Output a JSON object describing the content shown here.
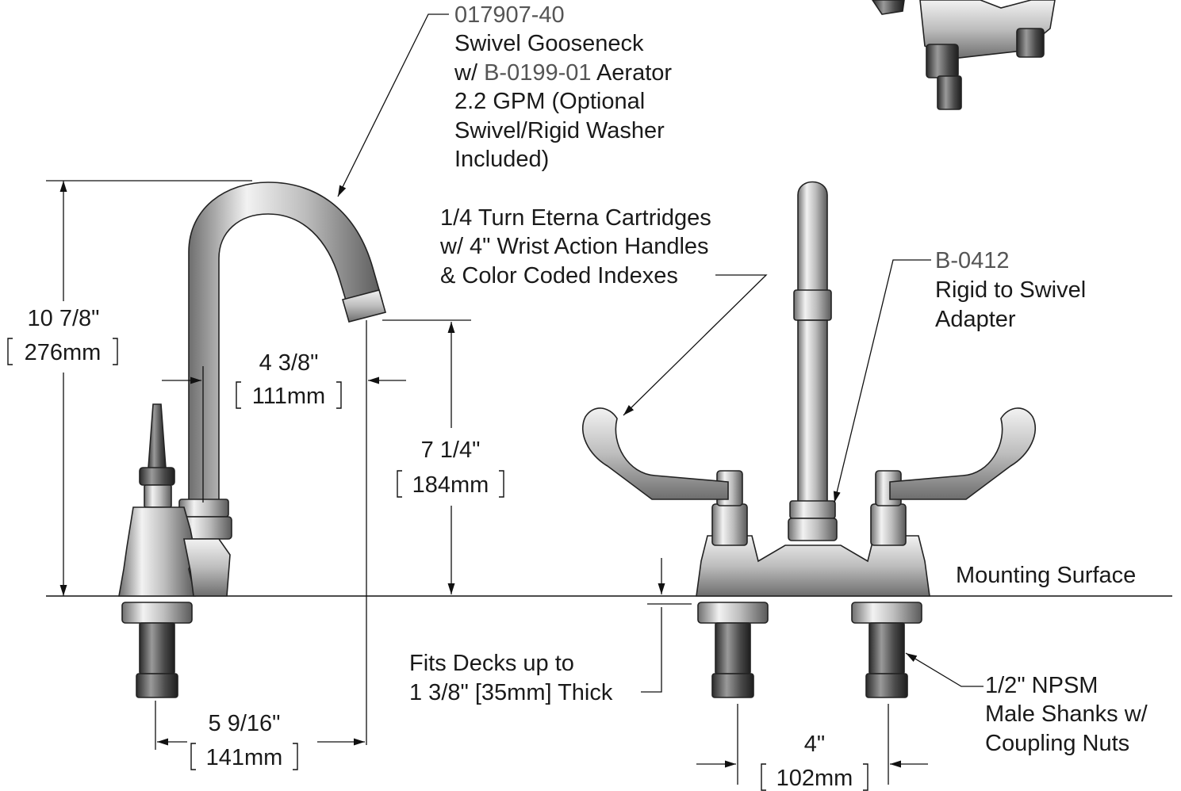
{
  "callouts": {
    "spout": {
      "part_number": "017907-40",
      "line1": "Swivel Gooseneck",
      "line2_prefix": "w/ ",
      "aerator_part": "B-0199-01",
      "line2_suffix": " Aerator",
      "line3": "2.2 GPM (Optional",
      "line4": "Swivel/Rigid Washer",
      "line5": "Included)"
    },
    "cartridges": {
      "line1": "1/4 Turn Eterna Cartridges",
      "line2": "w/ 4\" Wrist Action Handles",
      "line3": "& Color Coded Indexes"
    },
    "adapter": {
      "part_number": "B-0412",
      "line1": "Rigid to Swivel",
      "line2": "Adapter"
    },
    "mounting_surface": "Mounting Surface",
    "deck": {
      "line1": "Fits Decks up to",
      "line2": "1 3/8\" [35mm] Thick"
    },
    "shanks": {
      "line1": "1/2\" NPSM",
      "line2": "Male Shanks w/",
      "line3": "Coupling Nuts"
    }
  },
  "dimensions": {
    "overall_height": {
      "imperial": "10 7/8\"",
      "metric": "276mm"
    },
    "spout_reach": {
      "imperial": "4 3/8\"",
      "metric": "111mm"
    },
    "spout_clearance": {
      "imperial": "7 1/4\"",
      "metric": "184mm"
    },
    "shank_to_outlet": {
      "imperial": "5 9/16\"",
      "metric": "141mm"
    },
    "center_spacing": {
      "imperial": "4\"",
      "metric": "102mm"
    }
  },
  "colors": {
    "line": "#111111",
    "chrome_light": "#f2f2f2",
    "chrome_mid": "#bdbdbd",
    "chrome_dark": "#6e6e6e",
    "gray_text": "#555555"
  }
}
